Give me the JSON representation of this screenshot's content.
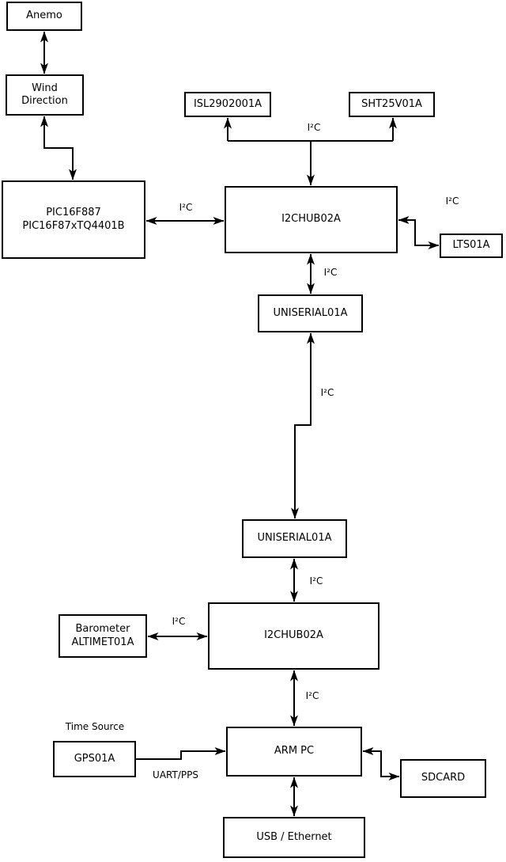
{
  "diagram": {
    "nodes": {
      "anemo": {
        "label": "Anemo"
      },
      "wind_direction": {
        "label": "Wind\nDirection"
      },
      "pic": {
        "label": "PIC16F887\nPIC16F87xTQ4401B"
      },
      "isl": {
        "label": "ISL2902001A"
      },
      "sht": {
        "label": "SHT25V01A"
      },
      "i2chub_top": {
        "label": "I2CHUB02A"
      },
      "lts": {
        "label": "LTS01A"
      },
      "uniserial_top": {
        "label": "UNISERIAL01A"
      },
      "uniserial_bottom": {
        "label": "UNISERIAL01A"
      },
      "barometer": {
        "label": "Barometer\nALTIMET01A"
      },
      "i2chub_bottom": {
        "label": "I2CHUB02A"
      },
      "gps": {
        "label": "GPS01A"
      },
      "arm_pc": {
        "label": "ARM PC"
      },
      "sdcard": {
        "label": "SDCARD"
      },
      "usb_ethernet": {
        "label": "USB / Ethernet"
      }
    },
    "edge_labels": {
      "i2c_pic_hub": "I²C",
      "i2c_sensor_branch": "I²C",
      "i2c_hub_lts": "I²C",
      "i2c_hub_uniserial": "I²C",
      "i2c_uniserial_link": "I²C",
      "i2c_uniserial_hub2": "I²C",
      "i2c_barometer_hub2": "I²C",
      "i2c_hub2_armpc": "I²C",
      "time_source": "Time Source",
      "uart_pps": "UART/PPS"
    },
    "colors": {
      "line": "#000000",
      "box_border": "#000000",
      "box_fill": "#ffffff",
      "background": "#ffffff",
      "text": "#000000"
    }
  }
}
